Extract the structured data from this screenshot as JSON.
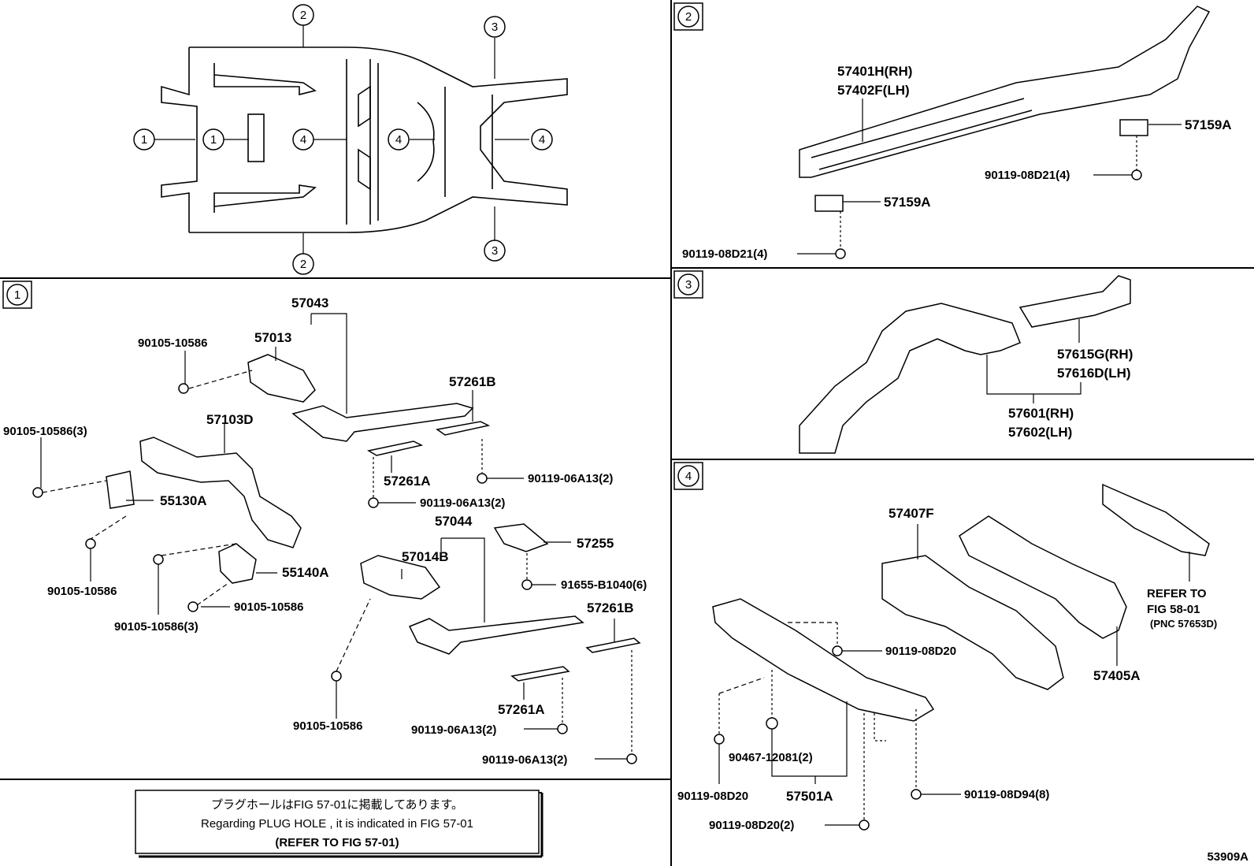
{
  "section_markers": {
    "s1": "1",
    "s2": "2",
    "s3": "3",
    "s4": "4"
  },
  "overview": {
    "callouts": {
      "top2": "2",
      "bottom2": "2",
      "left1a": "1",
      "left1b": "1",
      "mid4a": "4",
      "mid4b": "4",
      "right4": "4",
      "top3": "3",
      "bottom3": "3"
    }
  },
  "section1": {
    "labels": {
      "p57043": "57043",
      "p57013": "57013",
      "p90105_a": "90105-10586",
      "p57261B_a": "57261B",
      "p90105_3a": "90105-10586(3)",
      "p57103D": "57103D",
      "p57261A_a": "57261A",
      "p90119_06_a": "90119-06A13(2)",
      "p55130A": "55130A",
      "p90119_06_b": "90119-06A13(2)",
      "p57044": "57044",
      "p57255": "57255",
      "p57014B": "57014B",
      "p91655": "91655-B1040(6)",
      "p55140A": "55140A",
      "p90105_b": "90105-10586",
      "p90105_c": "90105-10586",
      "p90105_3b": "90105-10586(3)",
      "p57261B_b": "57261B",
      "p57261A_b": "57261A",
      "p90105_d": "90105-10586",
      "p90119_06_c": "90119-06A13(2)",
      "p90119_06_d": "90119-06A13(2)"
    }
  },
  "section2": {
    "labels": {
      "p57401H": "57401H(RH)",
      "p57402F": "57402F(LH)",
      "p57159A_a": "57159A",
      "p90119_08_a": "90119-08D21(4)",
      "p57159A_b": "57159A",
      "p90119_08_b": "90119-08D21(4)"
    }
  },
  "section3": {
    "labels": {
      "p57615G": "57615G(RH)",
      "p57616D": "57616D(LH)",
      "p57601": "57601(RH)",
      "p57602": "57602(LH)"
    }
  },
  "section4": {
    "labels": {
      "p57407F": "57407F",
      "p90119_08D20_a": "90119-08D20",
      "p57405A": "57405A",
      "p90467": "90467-12081(2)",
      "p90119_08D20_b": "90119-08D20",
      "p57501A": "57501A",
      "p90119_08D94": "90119-08D94(8)",
      "p90119_08D20_c": "90119-08D20(2)"
    },
    "refer": {
      "line1": "REFER TO",
      "line2": "FIG 58-01",
      "line3": "(PNC 57653D)"
    }
  },
  "note": {
    "jp": "プラグホールはFIG 57-01に掲載してあります。",
    "en": "Regarding PLUG HOLE , it is indicated in FIG 57-01",
    "ref": "(REFER TO FIG 57-01)"
  },
  "figure_code": "53909A"
}
